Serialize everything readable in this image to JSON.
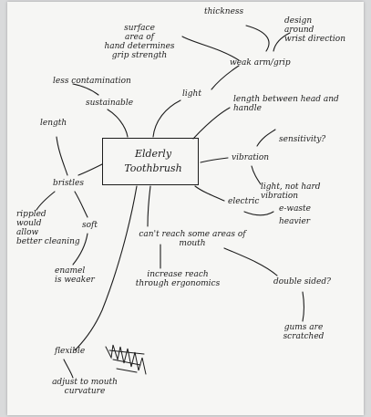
{
  "mindmap": {
    "center": "Elderly\nToothbrush",
    "nodes": {
      "thickness": "thickness",
      "surface_area": "surface\narea of\nhand determines\ngrip strength",
      "design_wrist": "design\naround\nwrist direction",
      "weak_grip": "weak arm/grip",
      "less_contamination": "less contamination",
      "sustainable": "sustainable",
      "light": "light",
      "length_head": "length between head and\nhandle",
      "sensitivity": "sensitivity?",
      "length": "length",
      "vibration": "vibration",
      "light_not_hard": "light, not hard\nvibration",
      "bristles": "bristles",
      "electric": "electric",
      "e_waste": "e-waste",
      "heavier": "heavier",
      "rippled": "rippled\nwould\nallow\nbetter cleaning",
      "soft": "soft",
      "enamel": "enamel\nis weaker",
      "cant_reach": "can't reach some areas of\nmouth",
      "increase_reach": "increase reach\nthrough ergonomics",
      "double_sided": "double sided?",
      "gums": "gums are\nscratched",
      "flexible": "flexible",
      "adjust_mouth": "adjust to mouth\ncurvature"
    }
  }
}
